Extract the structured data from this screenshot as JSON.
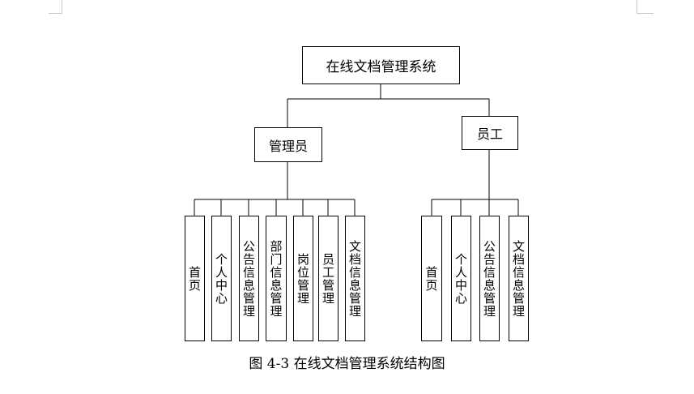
{
  "diagram": {
    "root": {
      "label": "在线文档管理系统"
    },
    "admin": {
      "label": "管理员",
      "modules": [
        "首页",
        "个人中心",
        "公告信息管理",
        "部门信息管理",
        "岗位管理",
        "员工管理",
        "文档信息管理"
      ]
    },
    "staff": {
      "label": "员工",
      "modules": [
        "首页",
        "个人中心",
        "公告信息管理",
        "文档信息管理"
      ]
    }
  },
  "caption": "图 4-3 在线文档管理系统结构图"
}
